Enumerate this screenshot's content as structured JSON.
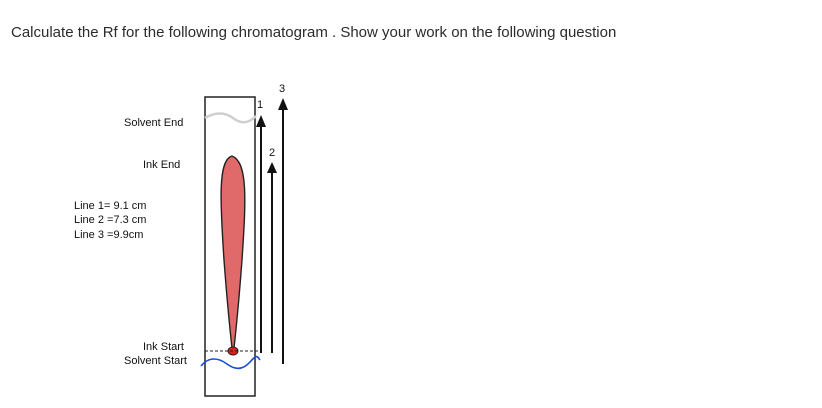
{
  "question": {
    "text": "Calculate the Rf for the following chromatogram . Show your work on the following question"
  },
  "figure": {
    "labels": {
      "solvent_end": "Solvent End",
      "ink_end": "Ink End",
      "ink_start": "Ink Start",
      "solvent_start": "Solvent Start"
    },
    "measurements": [
      "Line 1= 9.1 cm",
      "Line 2 =7.3 cm",
      "Line 3 =9.9cm"
    ],
    "arrow_numbers": [
      "1",
      "2",
      "3"
    ],
    "colors": {
      "ink_spot_fill": "#e06a6a",
      "ink_start_dot": "#d91f1f",
      "solvent_start_wave": "#1a4fd6",
      "solvent_end_wave": "#cfcfcf",
      "strip_border": "#222222"
    }
  }
}
